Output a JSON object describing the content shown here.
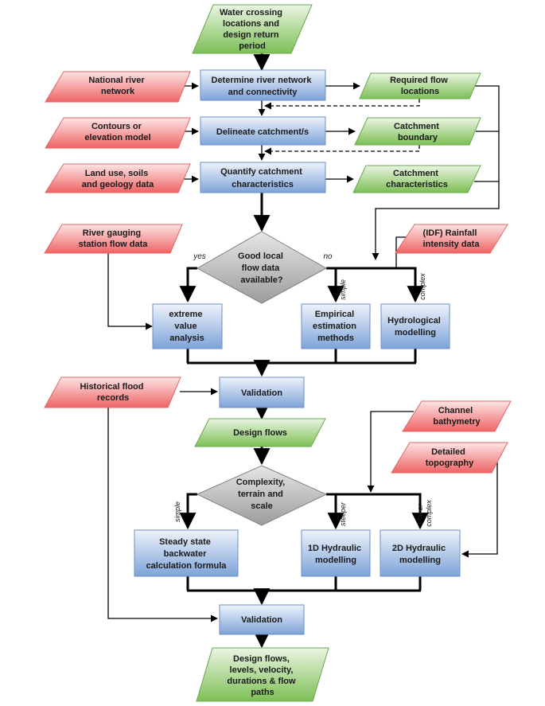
{
  "nodes": {
    "water_crossing": [
      "Water crossing",
      "locations and",
      "design return",
      "period"
    ],
    "national_river": [
      "National river",
      "network"
    ],
    "determine_river": [
      "Determine river network",
      "and connectivity"
    ],
    "required_flow": [
      "Required flow",
      "locations"
    ],
    "contours": [
      "Contours or",
      "elevation model"
    ],
    "delineate": [
      "Delineate catchment/s"
    ],
    "catchment_boundary": [
      "Catchment",
      "boundary"
    ],
    "land_use": [
      "Land use, soils",
      "and geology data"
    ],
    "quantify": [
      "Quantify catchment",
      "characteristics"
    ],
    "catchment_chars": [
      "Catchment",
      "characteristics"
    ],
    "river_gauging": [
      "River gauging",
      "station flow data"
    ],
    "idf_rainfall": [
      "(IDF) Rainfall",
      "intensity data"
    ],
    "good_local": [
      "Good local",
      "flow data",
      "available?"
    ],
    "extreme_value": [
      "extreme",
      "value",
      "analysis"
    ],
    "empirical": [
      "Empirical",
      "estimation",
      "methods"
    ],
    "hydrological": [
      "Hydrological",
      "modelling"
    ],
    "historical": [
      "Historical flood",
      "records"
    ],
    "validation_1": [
      "Validation"
    ],
    "design_flows": [
      "Design flows"
    ],
    "channel_bathy": [
      "Channel",
      "bathymetry"
    ],
    "detailed_topo": [
      "Detailed",
      "topography"
    ],
    "complexity": [
      "Complexity,",
      "terrain and",
      "scale"
    ],
    "steady_state": [
      "Steady state",
      "backwater",
      "calculation  formula"
    ],
    "hydraulic_1d": [
      "1D Hydraulic",
      "modelling"
    ],
    "hydraulic_2d": [
      "2D Hydraulic",
      "modelling"
    ],
    "validation_2": [
      "Validation"
    ],
    "design_output": [
      "Design flows,",
      "levels,  velocity,",
      "durations & flow",
      "paths"
    ]
  },
  "branch_labels": {
    "yes": "yes",
    "no": "no",
    "simple_1": "simple",
    "complex": "complex",
    "simple_2": "simple",
    "steeper": "steeper",
    "flat_or_complex": [
      "Flat or",
      "complex"
    ]
  },
  "colors": {
    "green_light": "#eaf5e2",
    "green_dark": "#7cbf55",
    "red_light": "#fde4e4",
    "red_dark": "#ee6464",
    "blue_light": "#eef3fb",
    "blue_dark": "#7ea3d8",
    "gray_light": "#e2e2e2",
    "gray_dark": "#9c9c9c",
    "line": "#000000"
  }
}
